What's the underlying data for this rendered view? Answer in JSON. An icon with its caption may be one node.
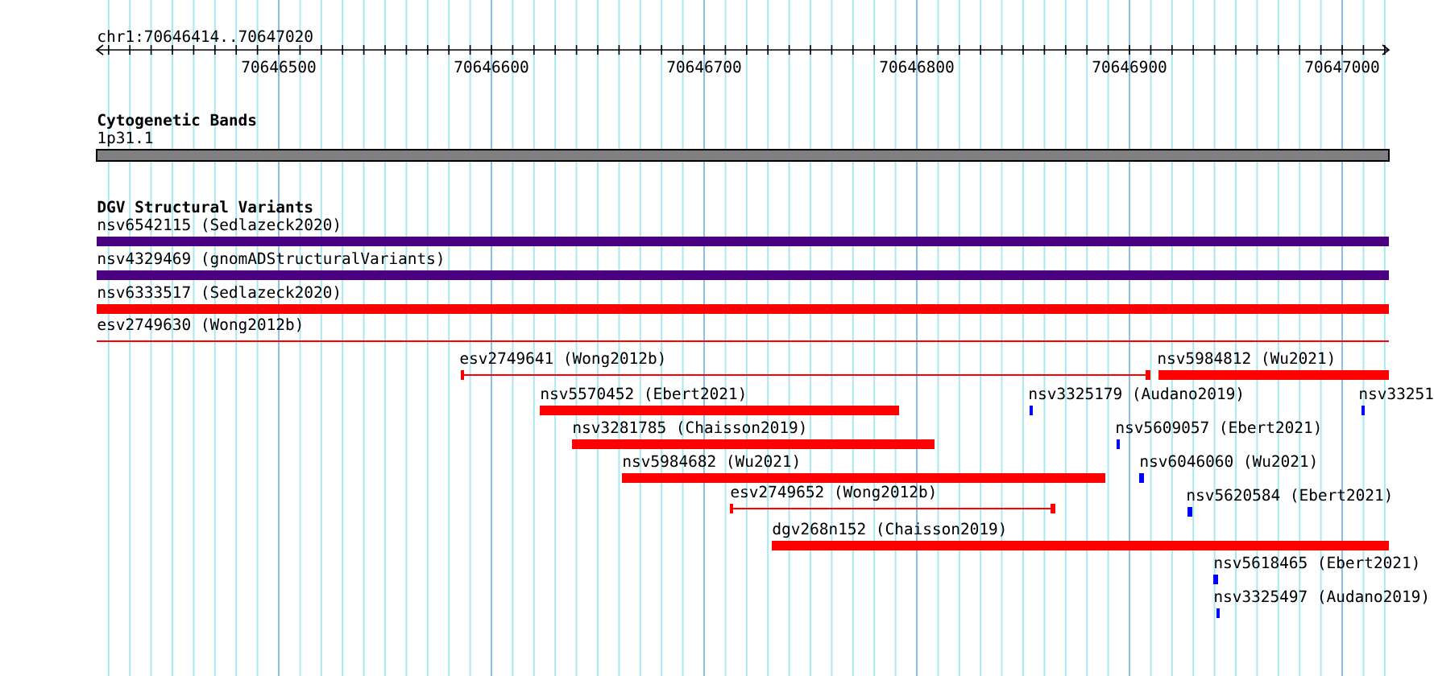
{
  "diagram": {
    "title": "chr1:70646414..70647020",
    "nodes": [
      {
        "text": [
          "1p31.1"
        ]
      },
      {
        "text": [
          "nsv6542115 (Sedlazeck2020)"
        ]
      },
      {
        "text": [
          "nsv4329469 (gnomADStructuralVariants)"
        ]
      },
      {
        "text": [
          "nsv6333517 (Sedlazeck2020)"
        ]
      },
      {
        "text": [
          "esv2749630 (Wong2012b)"
        ]
      },
      {
        "text": [
          "esv2749641 (Wong2012b)"
        ]
      },
      {
        "text": [
          "nsv5984812 (Wu2021)"
        ]
      },
      {
        "text": [
          "nsv5570452 (Ebert2021)"
        ]
      },
      {
        "text": [
          "nsv3325179 (Audano2019)"
        ]
      },
      {
        "text": [
          "nsv33251"
        ]
      },
      {
        "text": [
          "nsv3281785 (Chaisson2019)"
        ]
      },
      {
        "text": [
          "nsv5609057 (Ebert2021)"
        ]
      },
      {
        "text": [
          "nsv5984682 (Wu2021)"
        ]
      },
      {
        "text": [
          "nsv6046060 (Wu2021)"
        ]
      },
      {
        "text": [
          "esv2749652 (Wong2012b)"
        ]
      },
      {
        "text": [
          "nsv5620584 (Ebert2021)"
        ]
      },
      {
        "text": [
          "dgv268n152 (Chaisson2019)"
        ]
      },
      {
        "text": [
          "nsv5618465 (Ebert2021)"
        ]
      },
      {
        "text": [
          "nsv3325497 (Audano2019)"
        ]
      }
    ],
    "labels": [
      "70646500",
      "70646600",
      "70646700",
      "70646800",
      "70646900",
      "70647000",
      "Cytogenetic Bands",
      "DGV Structural Variants"
    ]
  }
}
